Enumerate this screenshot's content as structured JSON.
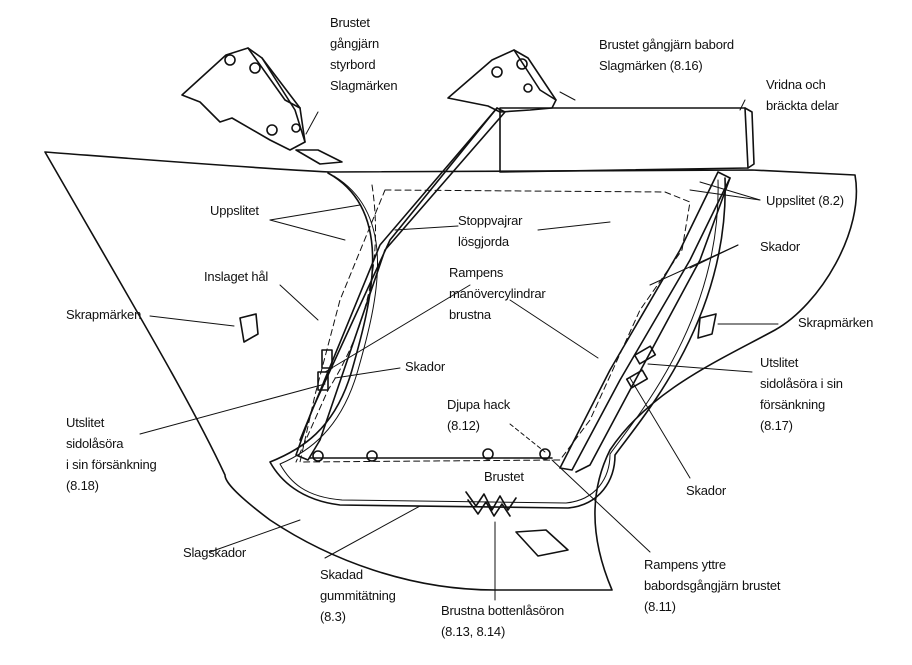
{
  "colors": {
    "ink": "#111111",
    "paper": "#ffffff"
  },
  "labels": {
    "brustet_gangjarn_styrbord": "Brustet\ngångjärn\nstyrbord\nSlagmärken",
    "brustet_gangjarn_babord": "Brustet gångjärn babord\nSlagmärken (8.16)",
    "vridna_brackta_delar": "Vridna och\nbräckta delar",
    "uppslitet_left": "Uppslitet",
    "uppslitet_right": "Uppslitet (8.2)",
    "stoppvajrar": "Stoppvajrar\nlösgjorda",
    "skador_right": "Skador",
    "inslaget_hal": "Inslaget hål",
    "rampens_manovercylindrar": "Rampens\nmanövercylindrar\nbrustna",
    "skrapmarken_left": "Skrapmärken",
    "skrapmarken_right": "Skrapmärken",
    "skador_center": "Skador",
    "utslitet_right": "Utslitet\nsidolåsöra i sin\nförsänkning\n(8.17)",
    "djupa_hack": "Djupa hack\n(8.12)",
    "utslitet_left": "Utslitet\nsidolåsöra\ni sin försänkning\n(8.18)",
    "brustet": "Brustet",
    "skador_bottom_right": "Skador",
    "slagskador": "Slagskador",
    "skadad_gummitatning": "Skadad\ngummitätning\n(8.3)",
    "rampens_yttre": "Rampens yttre\nbabordsgångjärn brustet\n(8.11)",
    "brustna_bottenlasoron": "Brustna bottenlåsöron\n(8.13, 8.14)"
  }
}
